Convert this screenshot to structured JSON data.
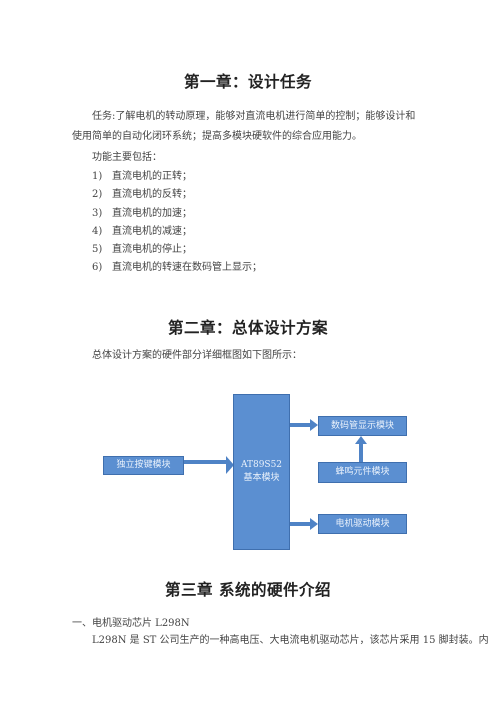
{
  "chapter1": {
    "title": "第一章：设计任务",
    "task_line1": "任务:了解电机的转动原理，能够对直流电机进行简单的控制；能够设计和",
    "task_line2": "使用简单的自动化闭环系统；提高多模块硬软件的综合应用能力。",
    "features_label": "功能主要包括：",
    "features": [
      {
        "num": "1)",
        "text": "直流电机的正转；"
      },
      {
        "num": "2)",
        "text": "直流电机的反转；"
      },
      {
        "num": "3)",
        "text": "直流电机的加速；"
      },
      {
        "num": "4)",
        "text": "直流电机的减速；"
      },
      {
        "num": "5)",
        "text": "直流电机的停止；"
      },
      {
        "num": "6)",
        "text": "直流电机的转速在数码管上显示；"
      }
    ]
  },
  "chapter2": {
    "title": "第二章：总体设计方案",
    "intro": "总体设计方案的硬件部分详细框图如下图所示："
  },
  "diagram": {
    "box_color": "#5b8fd1",
    "key_module": "独立按键模块",
    "mcu_line1": "AT89S52",
    "mcu_line2": "基本模块",
    "display_module": "数码管显示模块",
    "buzzer_module": "蜂鸣元件模块",
    "motor_module": "电机驱动模块"
  },
  "chapter3": {
    "title": "第三章  系统的硬件介绍",
    "section1": "一、电机驱动芯片 L298N",
    "section1_text": "L298N 是 ST 公司生产的一种高电压、大电流电机驱动芯片，该芯片采用 15 脚封装。内"
  }
}
